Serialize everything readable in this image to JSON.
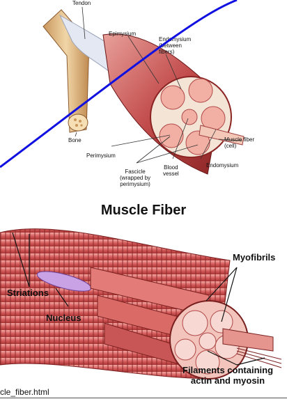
{
  "top_diagram": {
    "labels": {
      "tendon": "Tendon",
      "epimysium": "Epimysium",
      "endomysium_between": "Endomysium\n(between\nfibers)",
      "bone": "Bone",
      "perimysium": "Perimysium",
      "muscle_fiber_cell": "Muscle fiber\n(cell)",
      "endomysium": "Endomysium",
      "blood_vessel": "Blood\nvessel",
      "fascicle": "Fascicle\n(wrapped by\nperimysium)"
    }
  },
  "title": "Muscle Fiber",
  "bottom_diagram": {
    "labels": {
      "myofibrils": "Myofibrils",
      "striations": "Striations",
      "nucleus": "Nucleus",
      "filaments": "Filaments containing\nactin and myosin"
    }
  },
  "footer": {
    "url": "cle_fiber.html"
  },
  "colors": {
    "muscle": "#c85a5a",
    "muscle_light": "#f0a8a0",
    "bone": "#e8c89a",
    "tendon": "#dde3ee",
    "overlay_line": "#1010e0"
  }
}
